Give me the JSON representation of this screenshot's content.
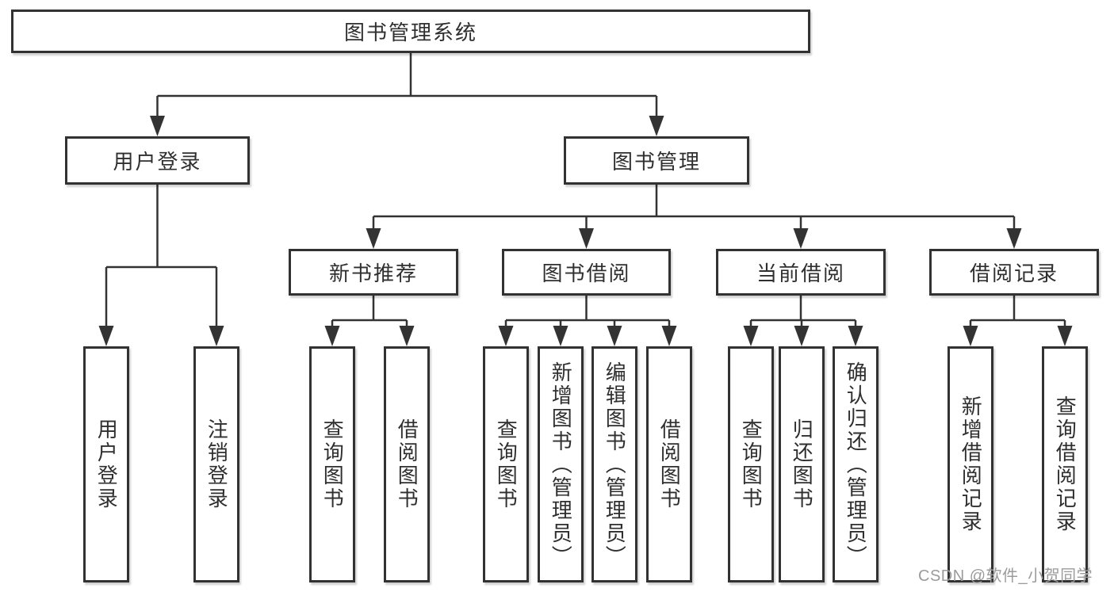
{
  "colors": {
    "background": "#ffffff",
    "line": "#333333",
    "box_border": "#323232",
    "text": "#2f2f2f",
    "watermark": "#9b9b9b"
  },
  "watermark": {
    "text": "CSDN @软件_小贺同学"
  },
  "root": {
    "label": "图书管理系统"
  },
  "login": {
    "label": "用户登录",
    "children": [
      {
        "label": "用户登录"
      },
      {
        "label": "注销登录"
      }
    ]
  },
  "management": {
    "label": "图书管理",
    "sections": [
      {
        "label": "新书推荐",
        "children": [
          {
            "label": "查询图书"
          },
          {
            "label": "借阅图书"
          }
        ]
      },
      {
        "label": "图书借阅",
        "children": [
          {
            "label": "查询图书"
          },
          {
            "label": "新增图书（管理员）"
          },
          {
            "label": "编辑图书（管理员）"
          },
          {
            "label": "借阅图书"
          }
        ]
      },
      {
        "label": "当前借阅",
        "children": [
          {
            "label": "查询图书"
          },
          {
            "label": "归还图书"
          },
          {
            "label": "确认归还（管理员）"
          }
        ]
      },
      {
        "label": "借阅记录",
        "children": [
          {
            "label": "新增借阅记录"
          },
          {
            "label": "查询借阅记录"
          }
        ]
      }
    ]
  }
}
